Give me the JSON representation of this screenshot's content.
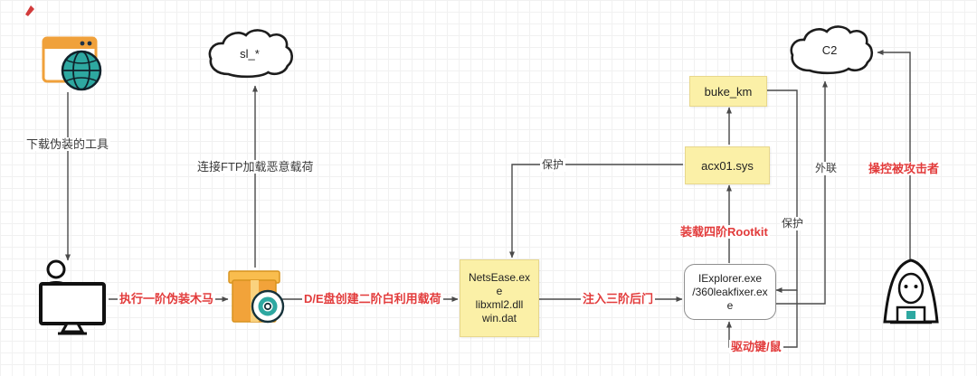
{
  "diagram": {
    "clouds": {
      "ftp": "sl_*",
      "c2": "C2"
    },
    "notes": {
      "payload": "NetsEase.exe\nlibxml2.dll\nwin.dat",
      "rootkit": "acx01.sys",
      "driver": "buke_km"
    },
    "process_box": "IExplorer.exe\n/360leakfixer.exe",
    "labels": {
      "download_tool": "下载伪装的工具",
      "connect_ftp": "连接FTP加载恶意载荷",
      "execute_trojan": "执行一阶伪装木马",
      "create_payload": "D/E盘创建二阶白利用载荷",
      "inject_backdoor": "注入三阶后门",
      "load_rootkit": "装载四阶Rootkit",
      "protect_payload": "保护",
      "protect_process": "保护",
      "outbound": "外联",
      "control_victim": "操控被攻击者",
      "drive_keyboard_mouse": "驱动键/鼠"
    },
    "icons": {
      "browser_tool": "browser-globe-icon",
      "victim": "victim-computer-icon",
      "installer": "installer-package-cd-icon",
      "attacker": "attacker-hood-icon"
    },
    "colors": {
      "red_label": "#e23b3b",
      "note_bg": "#fbf0a7",
      "accent_orange": "#f2a43c",
      "accent_teal": "#2ea8a1",
      "line": "#4a4a4a"
    }
  }
}
